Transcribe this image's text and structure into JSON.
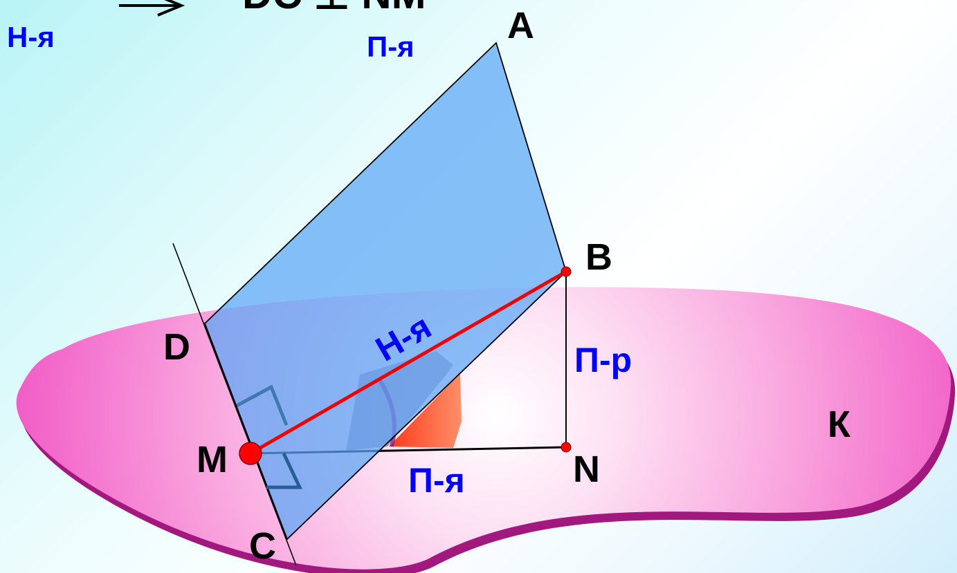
{
  "header": {
    "formula_text": "DC ⊥ NM",
    "arrow_icon": "implies-arrow-icon"
  },
  "corner_labels": {
    "top_left": "Н-я",
    "top_middle": "П-я"
  },
  "points": {
    "A": "A",
    "B": "B",
    "C": "C",
    "D": "D",
    "M": "M",
    "N": "N"
  },
  "segment_labels": {
    "MB": "Н-я",
    "BN": "П-р",
    "MN": "П-я"
  },
  "plane_label": "К",
  "colors": {
    "plane_k": "#f57ccf",
    "plane_abcd": "#5aa6f5",
    "segment_mb": "#ee0000",
    "points": "#ff0000",
    "angle_fill": "#ff6a3c",
    "label_blue": "#0000ff"
  }
}
